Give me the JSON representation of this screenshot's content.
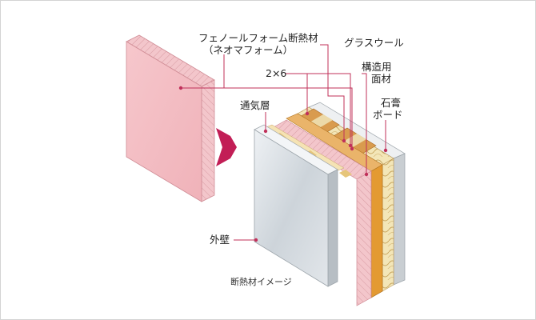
{
  "labels": {
    "insulation_line1": "フェノールフォーム断熱材",
    "insulation_line2": "（ネオマフォーム）",
    "glass_wool": "グラスウール",
    "two_by_six": "2×6",
    "structural_line1": "構造用",
    "structural_line2": "面材",
    "air_layer": "通気層",
    "gypsum_line1": "石膏",
    "gypsum_line2": "ボード",
    "outer_wall": "外壁"
  },
  "caption": "断熱材イメージ",
  "colors": {
    "leader": "#c0305a",
    "pink_panel": "#f2b8bf",
    "pink_edge": "#e7a0a8",
    "arrow": "#c21e56",
    "siding": "#cfd6dc",
    "wood": "#dca15a",
    "osb": "#e39a32",
    "glass_wool": "#f1e2b0",
    "gypsum": "#e3e6e8"
  },
  "icons": {
    "arrow": "chevron-right-arrow"
  }
}
